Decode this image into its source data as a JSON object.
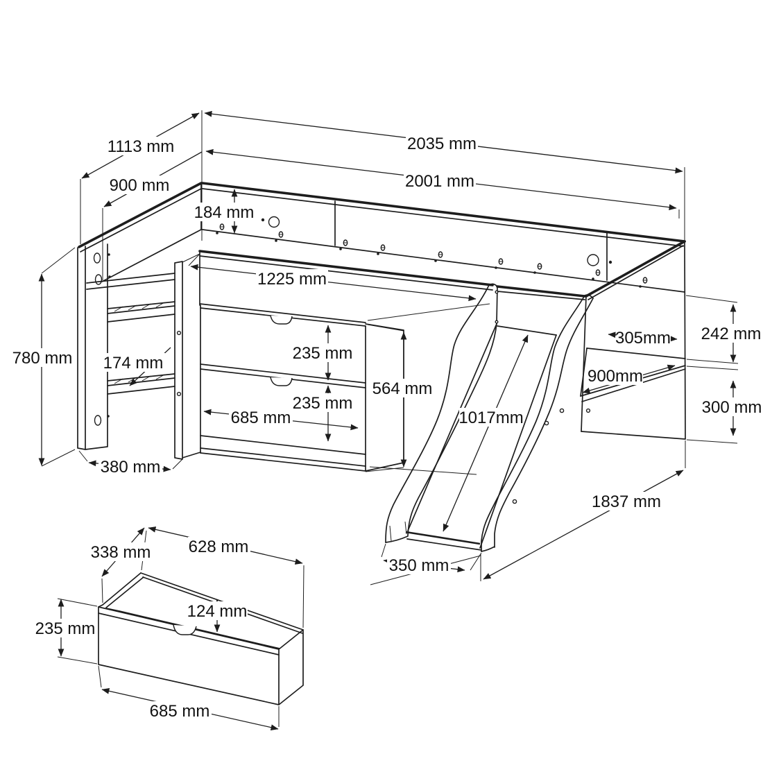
{
  "drawing": {
    "kind": "furniture assembly dimension diagram",
    "unit": "mm",
    "line_color": "#1d1d1d",
    "background_color": "#ffffff"
  },
  "dims": {
    "main": {
      "overall_length": "2035 mm",
      "bed_length_inner": "2001 mm",
      "overall_depth": "1113 mm",
      "bed_width": "900 mm",
      "top_rail_height": "184 mm",
      "front_rail_length": "1225 mm",
      "head_end_height": "780 mm",
      "shelf_depth": "174 mm",
      "head_end_depth": "380 mm",
      "drawer_height_top": "235 mm",
      "drawer_height_bottom": "235 mm",
      "drawer_chest_width": "685 mm",
      "chest_height": "564 mm",
      "slide_length": "1017mm",
      "slide_width": "350 mm",
      "overall_footprint_depth": "1837 mm",
      "desk_depth": "305mm",
      "desk_width": "900mm",
      "desk_clearance": "242 mm",
      "under_desk_height": "300 mm"
    },
    "drawer": {
      "depth": "338 mm",
      "inner_width": "628 mm",
      "inner_depth": "124 mm",
      "front_height": "235 mm",
      "width": "685 mm"
    }
  }
}
